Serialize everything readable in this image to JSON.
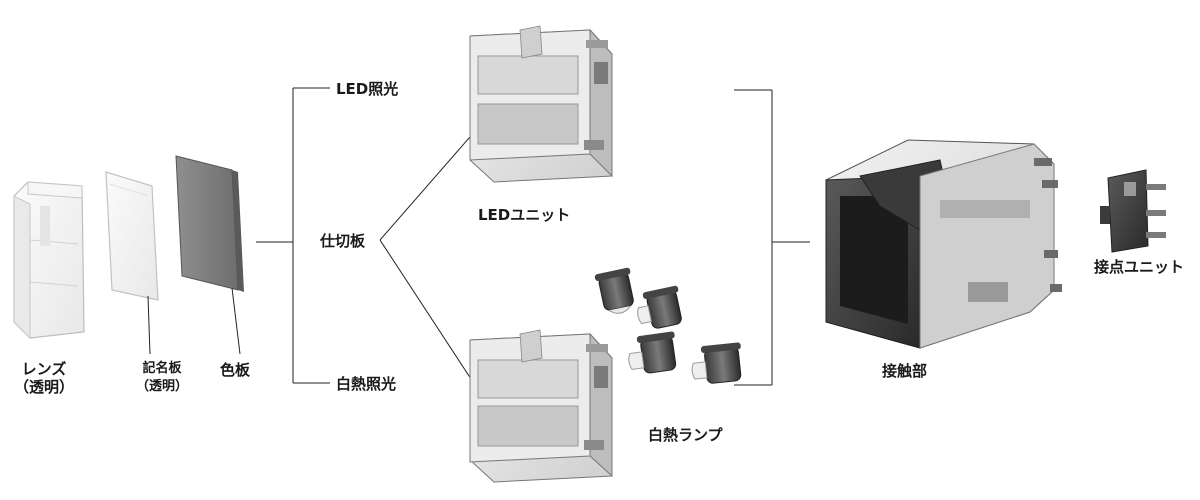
{
  "labels": {
    "lens_line1": "レンズ",
    "lens_line2": "（透明）",
    "nameplate_line1": "記名板",
    "nameplate_line2": "（透明）",
    "color_plate": "色板",
    "led_illumination": "LED照光",
    "partition": "仕切板",
    "incandescent_illumination": "白熱照光",
    "led_unit": "LEDユニット",
    "incandescent_lamp": "白熱ランプ",
    "contact_section": "接触部",
    "contact_unit": "接点ユニット"
  }
}
